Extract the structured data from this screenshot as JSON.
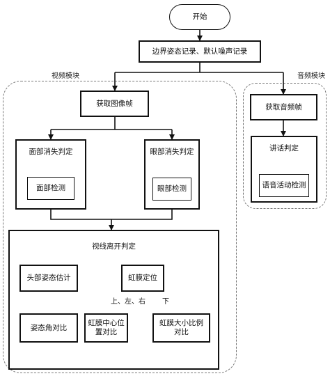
{
  "flow": {
    "start": "开始",
    "record": "边界姿态记录、默认噪声记录",
    "video": {
      "label": "视频模块",
      "get_frame": "获取图像帧",
      "face_lost": "面部消失判定",
      "face_detect": "面部检测",
      "eye_lost": "眼部消失判定",
      "eye_detect": "眼部检测",
      "gaze": "视线离开判定",
      "head_pose": "头部姿态估计",
      "pose_compare": "姿态角对比",
      "iris_locate": "虹膜定位",
      "branch_lrt": "上、左、右",
      "branch_down": "下",
      "iris_center": "虹膜中心位置对比",
      "iris_size": "虹膜大小比例对比"
    },
    "audio": {
      "label": "音频模块",
      "get_frame": "获取音频帧",
      "speech": "讲话判定",
      "vad": "语音活动检测"
    }
  }
}
